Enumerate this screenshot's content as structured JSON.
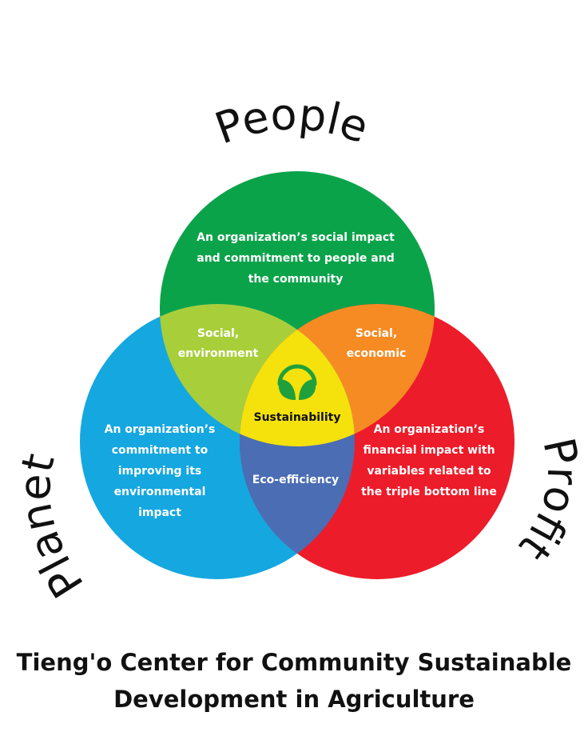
{
  "diagram": {
    "labels": {
      "people": "People",
      "planet": "Planet",
      "profit": "Profit"
    },
    "people_text": [
      "An organization’s social impact",
      "and commitment to people and",
      "the community"
    ],
    "planet_text": [
      "An organization’s",
      "commitment to",
      "improving its",
      "environmental",
      "impact"
    ],
    "profit_text": [
      "An organization’s",
      "financial impact with",
      "variables related to",
      "the triple bottom line"
    ],
    "overlap_people_planet": [
      "Social,",
      "environment"
    ],
    "overlap_people_profit": [
      "Social,",
      "economic"
    ],
    "overlap_planet_profit": "Eco-efficiency",
    "center": {
      "label": "Sustainability",
      "icon": "leaf-circle-icon"
    },
    "colors": {
      "people": "#0ba34a",
      "planet": "#15a7e0",
      "profit": "#ed1c2a",
      "people_planet": "#a8cf3a",
      "people_profit": "#f68b24",
      "planet_profit": "#4a6db4",
      "center": "#f5e20c",
      "icon": "#20a03c"
    }
  },
  "footer": {
    "line1": "Tieng'o Center for Community Sustainable",
    "line2": "Development in Agriculture"
  }
}
